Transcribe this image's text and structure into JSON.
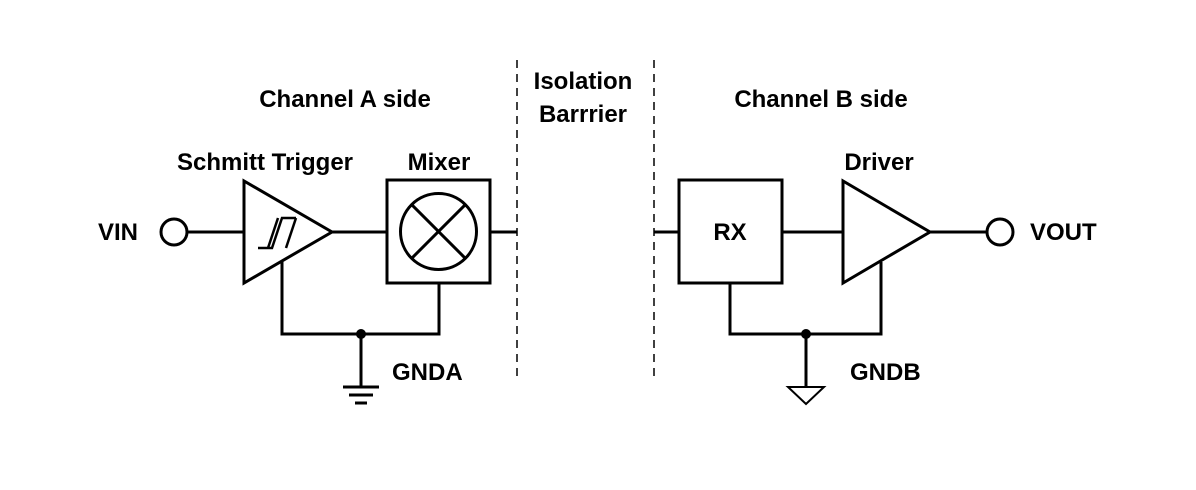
{
  "labels": {
    "channel_a": "Channel A side",
    "isolation_line1": "Isolation",
    "isolation_line2": "Barrrier",
    "channel_b": "Channel B side",
    "schmitt": "Schmitt Trigger",
    "mixer": "Mixer",
    "driver": "Driver",
    "rx": "RX",
    "vin": "VIN",
    "vout": "VOUT",
    "gnda": "GNDA",
    "gndb": "GNDB"
  },
  "colors": {
    "stroke": "#000000",
    "background": "#ffffff"
  }
}
